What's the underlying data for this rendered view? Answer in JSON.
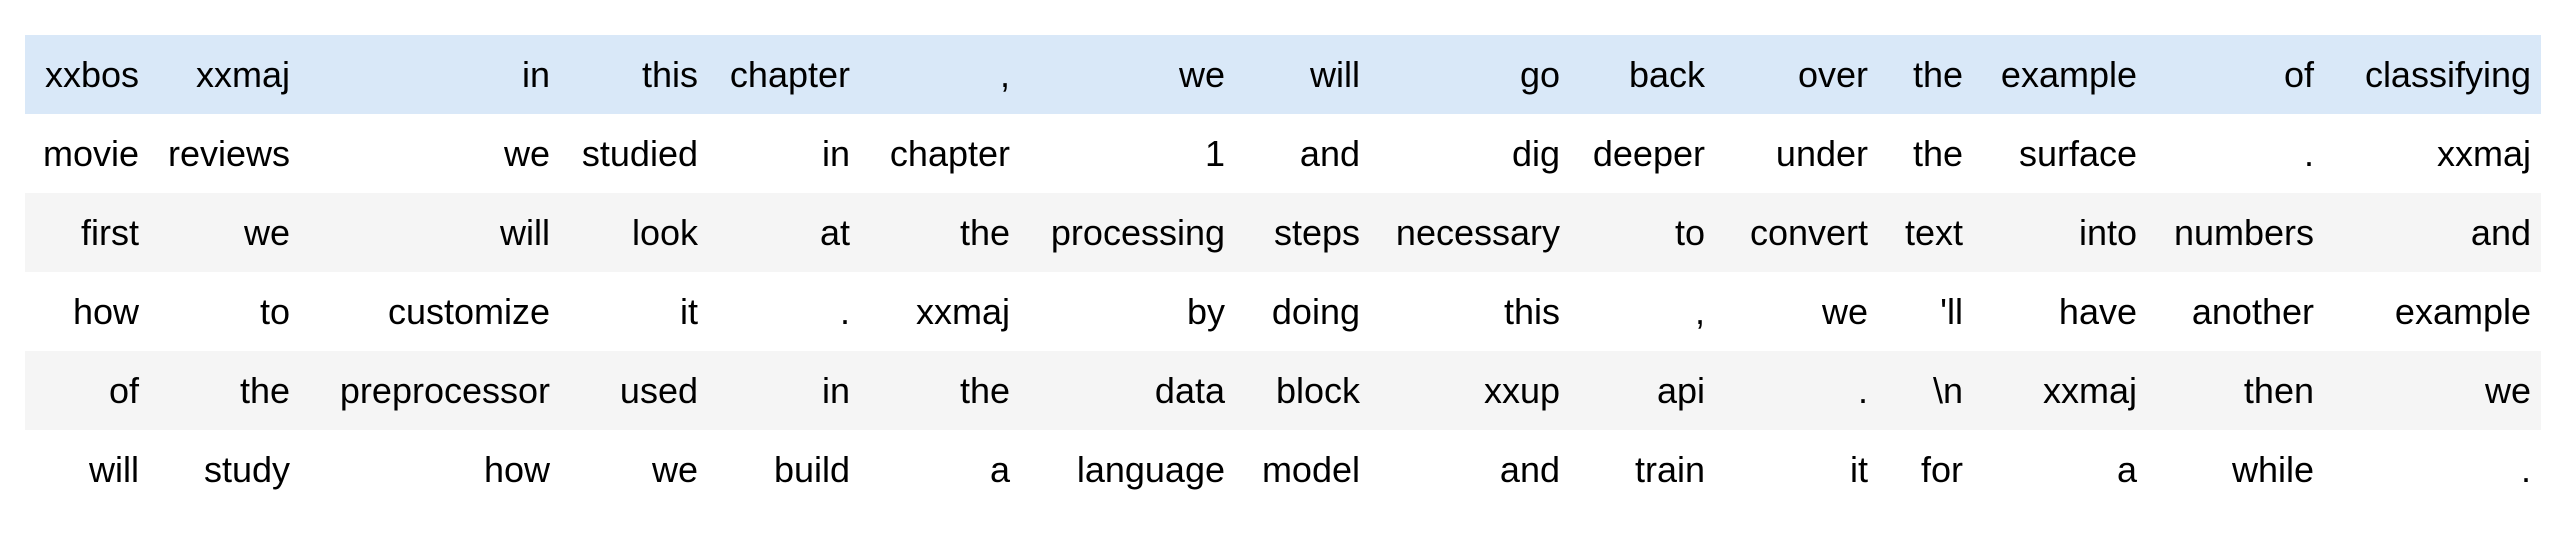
{
  "table": {
    "description": "tokenized-text-output",
    "rows": [
      {
        "style": "highlight",
        "cells": [
          "xxbos",
          "xxmaj",
          "in",
          "this",
          "chapter",
          ",",
          "we",
          "will",
          "go",
          "back",
          "over",
          "the",
          "example",
          "of",
          "classifying"
        ]
      },
      {
        "style": "plain",
        "cells": [
          "movie",
          "reviews",
          "we",
          "studied",
          "in",
          "chapter",
          "1",
          "and",
          "dig",
          "deeper",
          "under",
          "the",
          "surface",
          ".",
          "xxmaj"
        ]
      },
      {
        "style": "stripe",
        "cells": [
          "first",
          "we",
          "will",
          "look",
          "at",
          "the",
          "processing",
          "steps",
          "necessary",
          "to",
          "convert",
          "text",
          "into",
          "numbers",
          "and"
        ]
      },
      {
        "style": "plain",
        "cells": [
          "how",
          "to",
          "customize",
          "it",
          ".",
          "xxmaj",
          "by",
          "doing",
          "this",
          ",",
          "we",
          "'ll",
          "have",
          "another",
          "example"
        ]
      },
      {
        "style": "stripe",
        "cells": [
          "of",
          "the",
          "preprocessor",
          "used",
          "in",
          "the",
          "data",
          "block",
          "xxup",
          "api",
          ".",
          "\\n",
          "xxmaj",
          "then",
          "we"
        ]
      },
      {
        "style": "plain",
        "cells": [
          "will",
          "study",
          "how",
          "we",
          "build",
          "a",
          "language",
          "model",
          "and",
          "train",
          "it",
          "for",
          "a",
          "while",
          "."
        ]
      }
    ]
  },
  "colors": {
    "highlight_row_bg": "#d9e8f8",
    "stripe_row_bg": "#f5f5f5",
    "plain_row_bg": "#ffffff",
    "text": "#000000"
  }
}
